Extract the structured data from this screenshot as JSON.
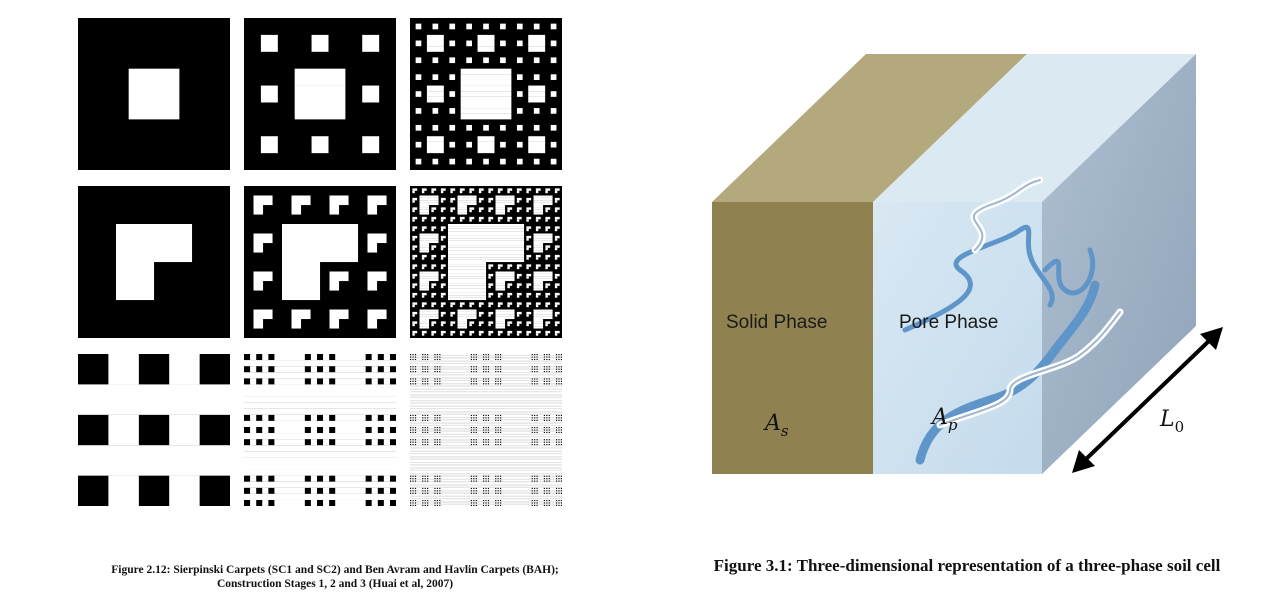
{
  "carpets": {
    "rows": [
      {
        "name": "SC1",
        "generator": [
          [
            1,
            1,
            1
          ],
          [
            1,
            0,
            1
          ],
          [
            1,
            1,
            1
          ]
        ]
      },
      {
        "name": "SC2",
        "generator": [
          [
            1,
            1,
            1,
            1
          ],
          [
            1,
            0,
            0,
            1
          ],
          [
            1,
            0,
            1,
            1
          ],
          [
            1,
            1,
            1,
            1
          ]
        ]
      },
      {
        "name": "BAH",
        "generator": [
          [
            1,
            0,
            1,
            0,
            1
          ],
          [
            0,
            0,
            0,
            0,
            0
          ],
          [
            1,
            0,
            1,
            0,
            1
          ],
          [
            0,
            0,
            0,
            0,
            0
          ],
          [
            1,
            0,
            1,
            0,
            1
          ]
        ]
      }
    ],
    "stages": [
      1,
      2,
      3
    ]
  },
  "captions": {
    "figure_2_12_line1": "Figure 2.12: Sierpinski Carpets (SC1 and SC2) and Ben Avram and Havlin Carpets (BAH);",
    "figure_2_12_line2": "Construction Stages 1, 2 and 3 (Huai et al, 2007)",
    "figure_3_1": "Figure 3.1: Three-dimensional representation of a three-phase soil cell"
  },
  "cube": {
    "solid_label": "Solid Phase",
    "pore_label": "Pore Phase",
    "solid_symbol": "A",
    "solid_subscript": "s",
    "pore_symbol": "A",
    "pore_subscript": "p",
    "length_symbol": "L",
    "length_subscript": "0",
    "colors": {
      "solid_front": "#8f8250",
      "solid_top": "#b3a97d",
      "pore_front": "#cfe3f1",
      "pore_top": "#dbe9f3",
      "side": "#9fb1c4",
      "channel": "#5f95c8"
    }
  }
}
